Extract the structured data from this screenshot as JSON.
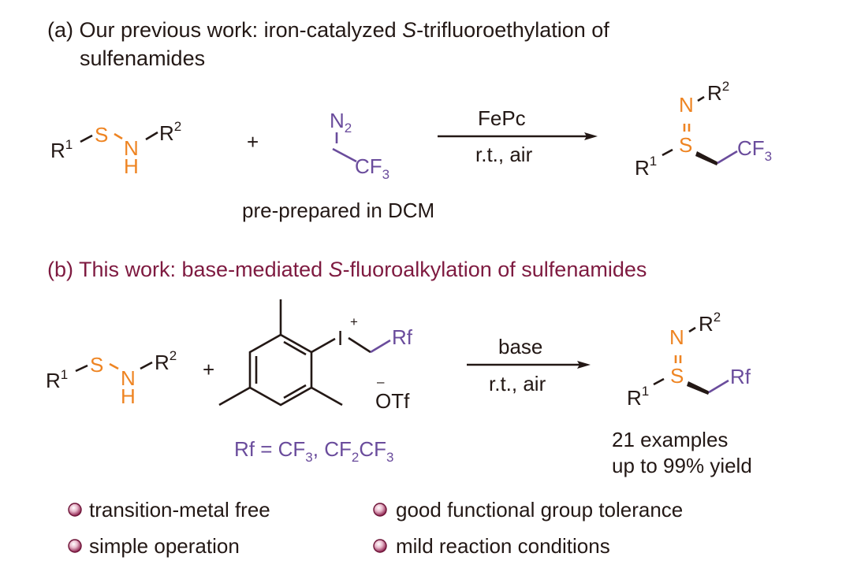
{
  "colors": {
    "text": "#231815",
    "sulfur_nitrogen": "#EE8422",
    "fluoroalkyl": "#6A4C9C",
    "heading_b": "#7E1A40",
    "bullet": "#8A1D4A"
  },
  "section_a": {
    "heading_prefix": "(a) Our previous work: iron-catalyzed ",
    "heading_italic": "S",
    "heading_suffix": "-trifluoroethylation of",
    "heading_line2": "sulfenamides",
    "reactant1": {
      "r1": "R",
      "r1_sup": "1",
      "s": "S",
      "n": "N",
      "h": "H",
      "r2": "R",
      "r2_sup": "2"
    },
    "plus": "+",
    "reactant2": {
      "n2": "N",
      "n2_sub": "2",
      "cf3": "CF",
      "cf3_sub": "3"
    },
    "reactant2_note": "pre-prepared in DCM",
    "arrow_top": "FePc",
    "arrow_bottom": "r.t., air",
    "product": {
      "n": "N",
      "r2": "R",
      "r2_sup": "2",
      "s": "S",
      "r1": "R",
      "r1_sup": "1",
      "cf3": "CF",
      "cf3_sub": "3"
    }
  },
  "section_b": {
    "heading_prefix": "(b) This work: base-mediated ",
    "heading_italic": "S",
    "heading_suffix": "-fluoroalkylation of sulfenamides",
    "reactant1": {
      "r1": "R",
      "r1_sup": "1",
      "s": "S",
      "n": "N",
      "h": "H",
      "r2": "R",
      "r2_sup": "2"
    },
    "plus": "+",
    "reagent": {
      "iodine": "I",
      "charge_plus": "+",
      "rf": "Rf",
      "charge_minus": "–",
      "counterion": "OTf"
    },
    "rf_definition": {
      "prefix": "Rf = CF",
      "sub1": "3",
      "mid": ", CF",
      "sub2": "2",
      "mid2": "CF",
      "sub3": "3"
    },
    "arrow_top": "base",
    "arrow_bottom": "r.t., air",
    "product": {
      "n": "N",
      "r2": "R",
      "r2_sup": "2",
      "s": "S",
      "r1": "R",
      "r1_sup": "1",
      "rf": "Rf"
    },
    "summary_line1": "21 examples",
    "summary_line2": "up to 99% yield"
  },
  "features": [
    {
      "label": "transition-metal free",
      "icon": "bullet-circle-icon"
    },
    {
      "label": "good functional group tolerance",
      "icon": "bullet-circle-icon"
    },
    {
      "label": "simple operation",
      "icon": "bullet-circle-icon"
    },
    {
      "label": "mild reaction conditions",
      "icon": "bullet-circle-icon"
    }
  ]
}
